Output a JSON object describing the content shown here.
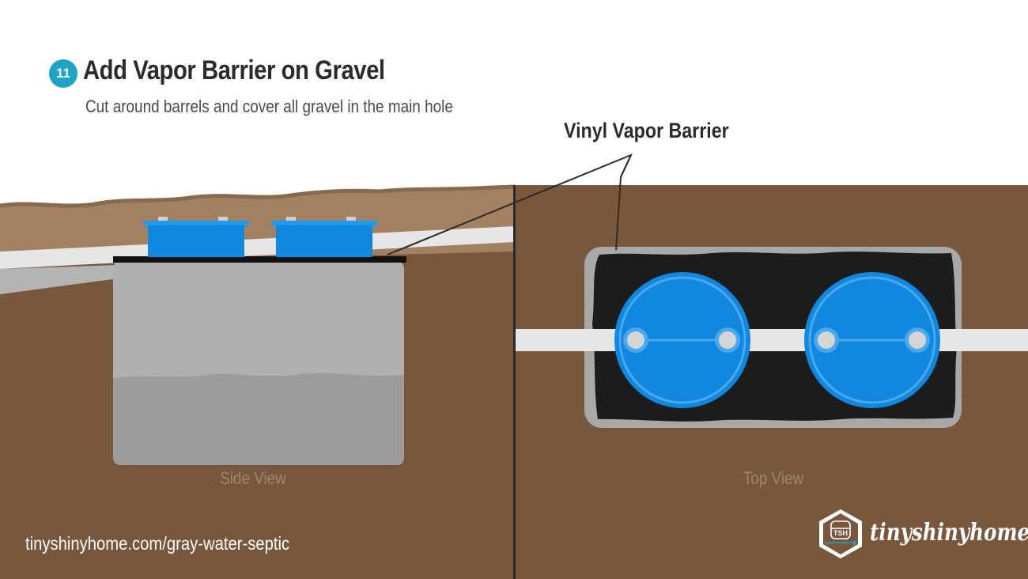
{
  "step": {
    "number": "11",
    "title": "Add Vapor Barrier on Gravel",
    "subtitle": "Cut around barrels and cover all gravel in the main hole"
  },
  "callout": {
    "label": "Vinyl Vapor Barrier"
  },
  "views": {
    "side_label": "Side View",
    "top_label": "Top View"
  },
  "footer": {
    "url": "tinyshinyhome.com/gray-water-septic",
    "brand": "tinyshinyhome",
    "logo_text": "TSH"
  },
  "colors": {
    "soil": "#79573d",
    "topsoil": "#a3805f",
    "gravel": "#b0b0b0",
    "gravel_dark": "#9c9c9c",
    "pipe": "#e6e6e6",
    "barrel_blue": "#1188e0",
    "vapor_barrier": "#1c1c1c",
    "badge_teal": "#1fa3c7",
    "caption": "#9a8673"
  },
  "icons": [
    "logo-hexagon-icon",
    "bus-icon",
    "arrow-icon"
  ]
}
